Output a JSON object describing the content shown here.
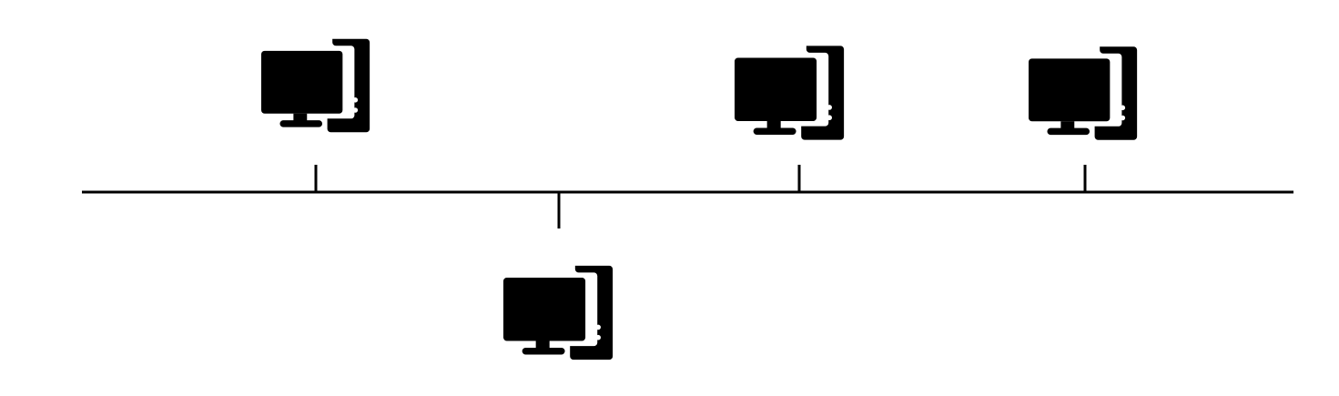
{
  "diagram": {
    "type": "bus-topology",
    "stroke_color": "#000000",
    "fill_color": "#000000",
    "background_color": "#ffffff",
    "nodes": [
      {
        "id": "computer-1",
        "icon": "desktop-computer-icon",
        "side": "above"
      },
      {
        "id": "computer-2",
        "icon": "desktop-computer-icon",
        "side": "below"
      },
      {
        "id": "computer-3",
        "icon": "desktop-computer-icon",
        "side": "above"
      },
      {
        "id": "computer-4",
        "icon": "desktop-computer-icon",
        "side": "above"
      }
    ]
  }
}
